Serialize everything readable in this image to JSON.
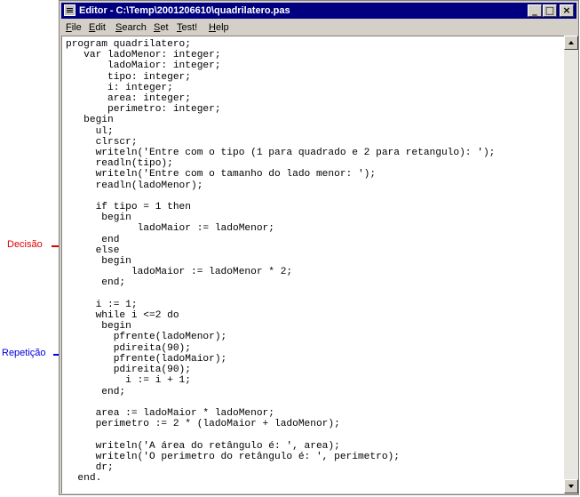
{
  "window": {
    "title": "Editor - C:\\Temp\\2001206610\\quadrilatero.pas",
    "minimize": "_",
    "maximize": "□",
    "close": "×"
  },
  "menu": [
    {
      "underline": "F",
      "rest": "ile"
    },
    {
      "underline": "E",
      "rest": "dit"
    },
    {
      "underline": "S",
      "rest": "earch"
    },
    {
      "underline": "S",
      "rest": "et"
    },
    {
      "underline": "T",
      "rest": "est!"
    },
    {
      "underline": "H",
      "rest": "elp"
    }
  ],
  "editor": {
    "code": "program quadrilatero;\n   var ladoMenor: integer;\n       ladoMaior: integer;\n       tipo: integer;\n       i: integer;\n       area: integer;\n       perimetro: integer;\n   begin\n     ul;\n     clrscr;\n     writeln('Entre com o tipo (1 para quadrado e 2 para retangulo): ');\n     readln(tipo);\n     writeln('Entre com o tamanho do lado menor: ');\n     readln(ladoMenor);\n\n     if tipo = 1 then\n      begin\n            ladoMaior := ladoMenor;\n      end\n     else\n      begin\n           ladoMaior := ladoMenor * 2;\n      end;\n\n     i := 1;\n     while i <=2 do\n      begin\n        pfrente(ladoMenor);\n        pdireita(90);\n        pfrente(ladoMaior);\n        pdireita(90);\n          i := i + 1;\n      end;\n\n     area := ladoMaior * ladoMenor;\n     perimetro := 2 * (ladoMaior + ladoMenor);\n\n     writeln('A área do retângulo é: ', area);\n     writeln('O perimetro do retângulo é: ', perimetro);\n     dr;\n  end."
  },
  "annotations": {
    "decisao": {
      "label": "Decisão",
      "color": "#e00000"
    },
    "repeticao": {
      "label": "Repetição",
      "color": "#0000e0"
    }
  }
}
